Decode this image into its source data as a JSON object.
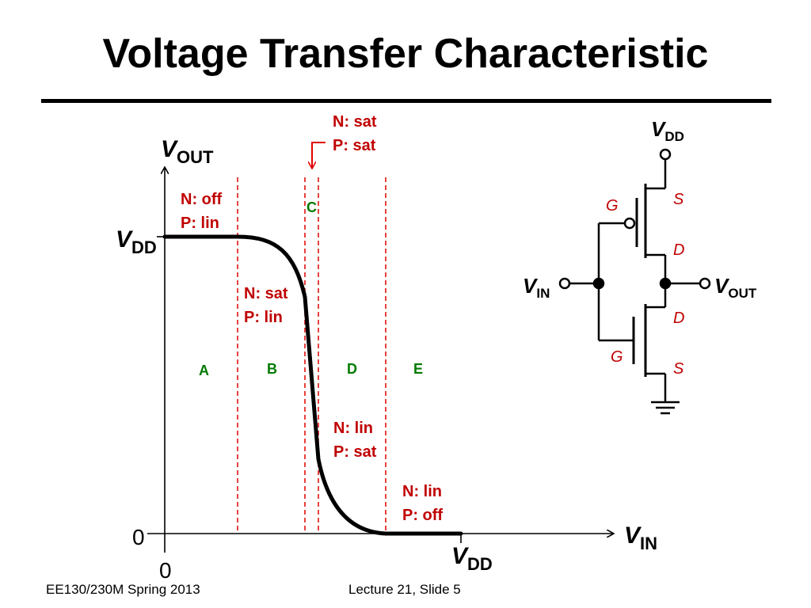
{
  "slide": {
    "title": "Voltage Transfer Characteristic",
    "footer_left": "EE130/230M Spring 2013",
    "footer_center": "Lecture 21, Slide 5"
  },
  "colors": {
    "region_label": "#c00000",
    "region_letter": "#007a00",
    "curve": "#000000",
    "divider": "#e00000"
  },
  "graph": {
    "y_axis": {
      "label_main": "V",
      "label_sub": "OUT"
    },
    "x_axis": {
      "label_main": "V",
      "label_sub": "IN"
    },
    "y_tick_vdd": {
      "main": "V",
      "sub": "DD"
    },
    "x_tick_vdd": {
      "main": "V",
      "sub": "DD"
    },
    "y_zero": "0",
    "x_zero": "0",
    "region_letters": [
      "A",
      "B",
      "C",
      "D",
      "E"
    ],
    "states": {
      "a": [
        "N: off",
        "P: lin"
      ],
      "b": [
        "N: sat",
        "P: lin"
      ],
      "c": [
        "N: sat",
        "P: sat"
      ],
      "d": [
        "N: lin",
        "P: sat"
      ],
      "e": [
        "N: lin",
        "P: off"
      ]
    }
  },
  "circuit": {
    "vdd": {
      "main": "V",
      "sub": "DD"
    },
    "vin": {
      "main": "V",
      "sub": "IN"
    },
    "vout": {
      "main": "V",
      "sub": "OUT"
    },
    "pmos": {
      "g": "G",
      "s": "S",
      "d": "D"
    },
    "nmos": {
      "g": "G",
      "s": "S",
      "d": "D"
    }
  }
}
